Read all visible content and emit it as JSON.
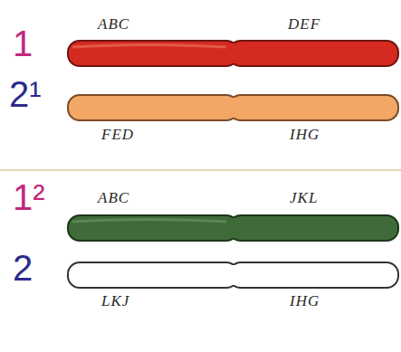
{
  "diagram": {
    "labels": [
      "1",
      "ABC",
      "DEF",
      "2¹",
      "FED",
      "IHG",
      "1²",
      "ABC",
      "JKL",
      "2",
      "LKJ",
      "IHG"
    ]
  }
}
